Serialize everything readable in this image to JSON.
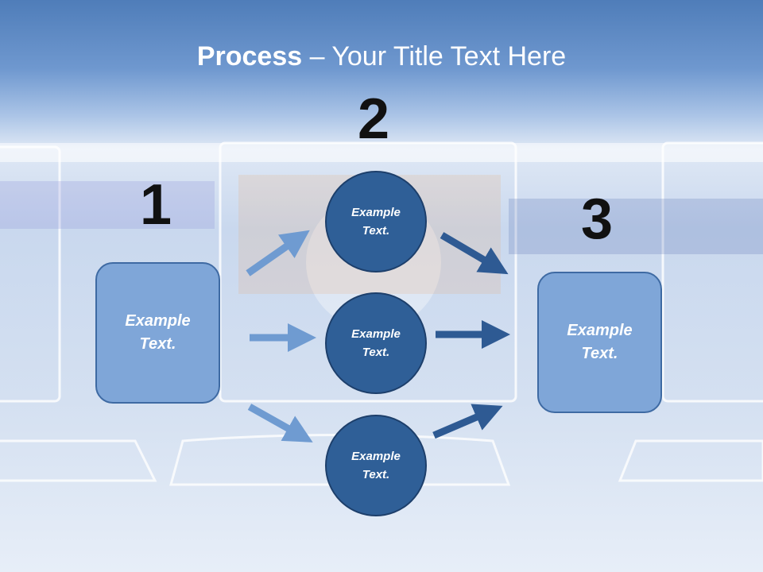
{
  "slide": {
    "title_bold": "Process",
    "title_rest": " – Your Title Text Here"
  },
  "steps": {
    "step1": {
      "number": "1",
      "text_line1": "Example",
      "text_line2": "Text."
    },
    "step2": {
      "number": "2"
    },
    "step3": {
      "number": "3",
      "text_line1": "Example",
      "text_line2": "Text."
    }
  },
  "circles": [
    {
      "line1": "Example",
      "line2": "Text."
    },
    {
      "line1": "Example",
      "line2": "Text."
    },
    {
      "line1": "Example",
      "line2": "Text."
    }
  ],
  "colors": {
    "box_fill": "#7fa6d8",
    "circle_fill": "#2f5f97",
    "arrow_light": "#6f9bd1",
    "arrow_dark": "#2e5a93"
  }
}
